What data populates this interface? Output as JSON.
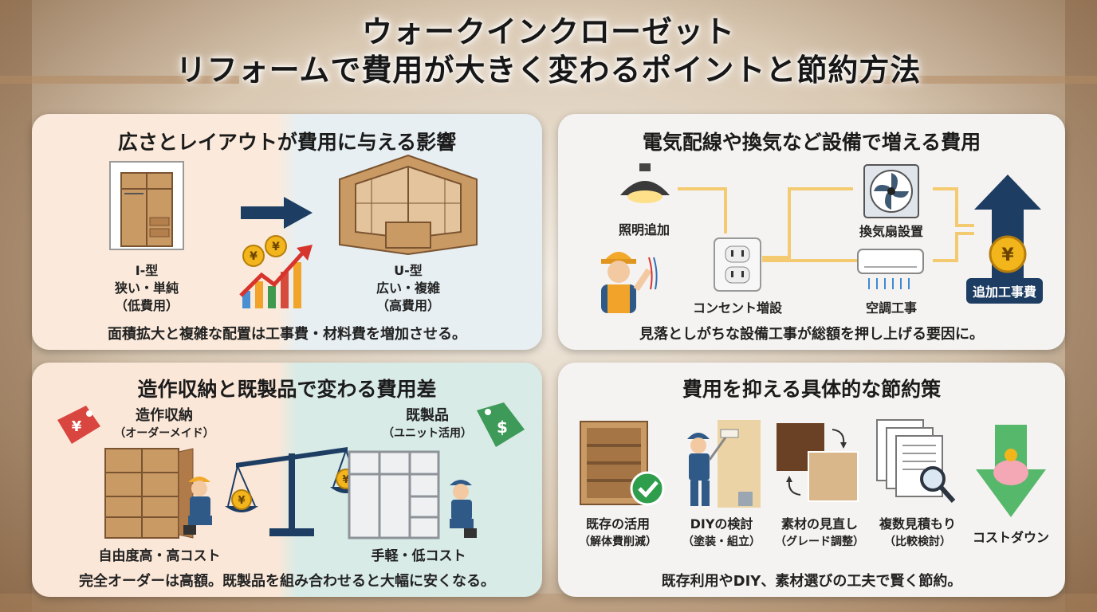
{
  "title": {
    "line1": "ウォークインクローゼット",
    "line2": "リフォームで費用が大きく変わるポイントと節約方法"
  },
  "panel_layout": {
    "heading": "広さとレイアウトが費用に与える影響",
    "left_type": "I-型",
    "left_desc": "狭い・単純",
    "left_cost": "（低費用）",
    "right_type": "U-型",
    "right_desc": "広い・複雑",
    "right_cost": "（高費用）",
    "footer": "面積拡大と複雑な配置は工事費・材料費を増加させる。",
    "coin_symbol": "¥"
  },
  "panel_equipment": {
    "heading": "電気配線や換気など設備で増える費用",
    "lighting": "照明追加",
    "outlet": "コンセント増設",
    "fan": "換気扇設置",
    "aircon": "空調工事",
    "extra_cost": "追加工事費",
    "footer": "見落としがちな設備工事が総額を押し上げる要因に。",
    "coin_symbol": "¥"
  },
  "panel_storage": {
    "heading": "造作収納と既製品で変わる費用差",
    "custom_title": "造作収納",
    "custom_sub": "（オーダーメイド）",
    "custom_note": "自由度高・高コスト",
    "ready_title": "既製品",
    "ready_sub": "（ユニット活用）",
    "ready_note": "手軽・低コスト",
    "footer": "完全オーダーは高額。既製品を組み合わせると大幅に安くなる。",
    "yen_tag": "¥",
    "dollar_tag": "$",
    "coin_symbol": "¥"
  },
  "panel_saving": {
    "heading": "費用を抑える具体的な節約策",
    "items": [
      {
        "label": "既存の活用",
        "sub": "（解体費削減）"
      },
      {
        "label": "DIYの検討",
        "sub": "（塗装・組立）"
      },
      {
        "label": "素材の見直し",
        "sub": "（グレード調整）"
      },
      {
        "label": "複数見積もり",
        "sub": "（比較検討）"
      },
      {
        "label": "コストダウン",
        "sub": ""
      }
    ],
    "footer": "既存利用やDIY、素材選びの工夫で賢く節約。"
  },
  "colors": {
    "navy": "#1e3d63",
    "wood": "#c99a64",
    "yen_gold": "#f2b51b",
    "red_tag": "#d9453f",
    "green_tag": "#3e9a58",
    "check_green": "#2e9d4c",
    "down_green": "#56b86a",
    "wire_glow": "#f3c35a"
  }
}
